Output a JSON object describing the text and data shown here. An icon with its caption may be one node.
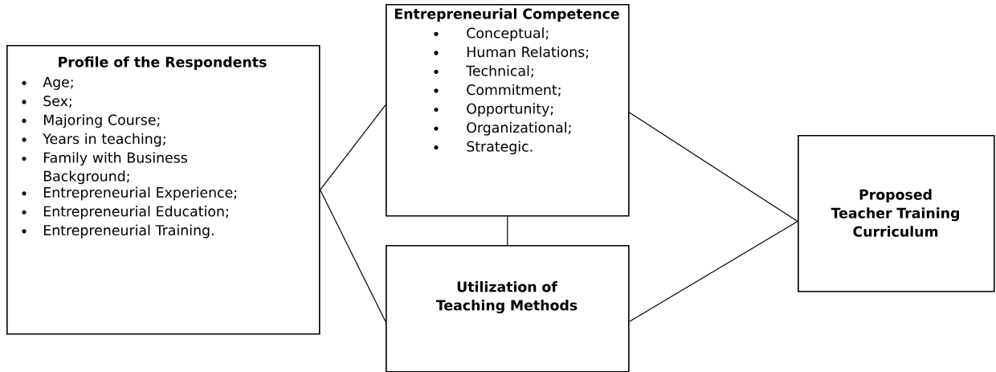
{
  "diagram": {
    "nodes": [
      {
        "text": [
          "Profile of the Respondents",
          "Age;",
          "Sex;",
          "Majoring Course;",
          "Years in teaching;",
          "Family with Business Background;",
          "Entrepreneurial Experience;",
          "Entrepreneurial Education;",
          "Entrepreneurial Training."
        ]
      },
      {
        "text": [
          "Entrepreneurial Competence",
          "Conceptual;",
          "Human Relations;",
          "Technical;",
          "Commitment;",
          "Opportunity;",
          "Organizational;",
          "Strategic."
        ]
      },
      {
        "text": [
          "Utilization of Teaching Methods"
        ]
      },
      {
        "text": [
          "Proposed Teacher Training Curriculum"
        ]
      }
    ],
    "edges": [
      {
        "from": 0,
        "to": 1,
        "arrow": "none"
      },
      {
        "from": 0,
        "to": 2,
        "arrow": "none"
      },
      {
        "from": 1,
        "to": 2,
        "arrow": "none"
      },
      {
        "from": 1,
        "to": 3,
        "arrow": "none"
      },
      {
        "from": 2,
        "to": 3,
        "arrow": "none"
      }
    ]
  }
}
